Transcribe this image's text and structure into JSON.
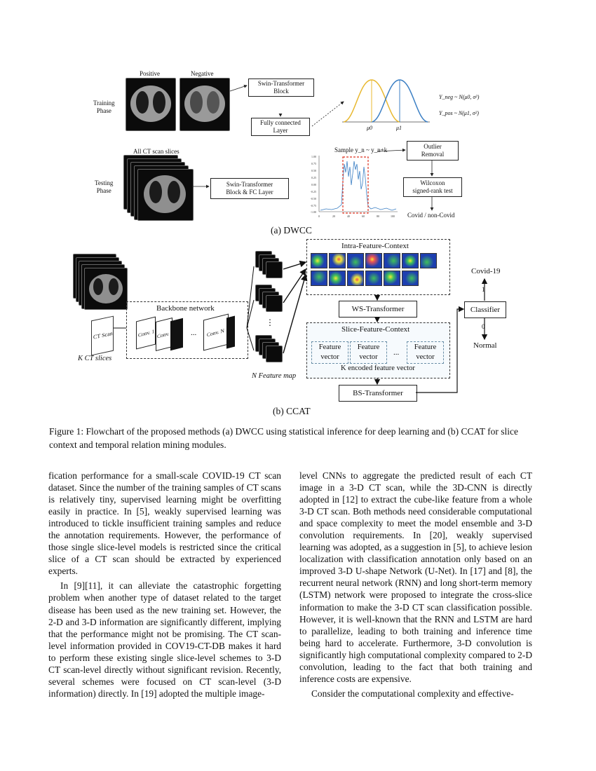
{
  "dwcc": {
    "label_positive": "Positive",
    "label_negative": "Negative",
    "training_phase": "Training\nPhase",
    "testing_phase": "Testing\nPhase",
    "all_ct_slices": "All CT scan slices",
    "swin_block": "Swin-Transformer\nBlock",
    "fc_layer": "Fully connected\nLayer",
    "swin_fc": "Swin-Transformer\nBlock & FC Layer",
    "neg_dist": "Y_neg ~ N(μ0, σ²)",
    "pos_dist": "Y_pos ~ N(μ1, σ²)",
    "mu0": "μ0",
    "mu1": "μ1",
    "sample_label": "Sample y_n ~ y_n+k",
    "outlier": "Outlier\nRemoval",
    "wilcoxon": "Wilcoxon\nsigned-rank test",
    "covid_noncovid": "Covid / non-Covid",
    "caption": "(a) DWCC",
    "plot_yticks": [
      "1.00",
      "0.75",
      "0.50",
      "0.25",
      "0.00",
      "-0.25",
      "-0.50",
      "-0.75",
      "-1.00"
    ],
    "plot_xticks": [
      "0",
      "20",
      "40",
      "60",
      "80",
      "100"
    ]
  },
  "ccat": {
    "intra_feature_context": "Intra-Feature-Context",
    "ws_transformer": "WS-Transformer",
    "slice_feature_context": "Slice-Feature-Context",
    "feature_vector": "Feature\nvector",
    "ellipsis": "...",
    "k_encoded": "K encoded feature vector",
    "bs_transformer": "BS-Transformer",
    "classifier": "Classifier",
    "covid19": "Covid-19",
    "normal": "Normal",
    "one": "1",
    "zero": "0",
    "backbone": "Backbone network",
    "ct_scan": "CT Scan",
    "conv1": "Conv. 1",
    "conv2": "Conv. 2",
    "convN": "Conv. N",
    "k_ct_slices": "K CT slices",
    "n_feature_map": "N Feature map",
    "vdots": "⋮",
    "caption": "(b) CCAT"
  },
  "figure_caption": "Figure 1: Flowchart of the proposed methods (a) DWCC using statistical inference for deep learning and (b) CCAT for slice context and temporal relation mining modules.",
  "left_column": [
    "fication performance for a small-scale COVID-19 CT scan dataset. Since the number of the training samples of CT scans is relatively tiny, supervised learning might be overfitting easily in practice. In [5], weakly supervised learning was introduced to tickle insufficient training samples and reduce the annotation requirements. However, the performance of those single slice-level models is restricted since the critical slice of a CT scan should be extracted by experienced experts.",
    "In [9][11], it can alleviate the catastrophic forgetting problem when another type of dataset related to the target disease has been used as the new training set. However, the 2-D and 3-D information are significantly different, implying that the performance might not be promising. The CT scan-level information provided in COV19-CT-DB makes it hard to perform these existing single slice-level schemes to 3-D CT scan-level directly without significant revision. Recently, several schemes were focused on CT scan-level (3-D information) directly. In [19] adopted the multiple image-"
  ],
  "right_column": [
    "level CNNs to aggregate the predicted result of each CT image in a 3-D CT scan, while the 3D-CNN is directly adopted in [12] to extract the cube-like feature from a whole 3-D CT scan. Both methods need considerable computational and space complexity to meet the model ensemble and 3-D convolution requirements. In [20], weakly supervised learning was adopted, as a suggestion in [5], to achieve lesion localization with classification annotation only based on an improved 3-D U-shape Network (U-Net). In [17] and [8], the recurrent neural network (RNN) and long short-term memory (LSTM) network were proposed to integrate the cross-slice information to make the 3-D CT scan classification possible. However, it is well-known that the RNN and LSTM are hard to parallelize, leading to both training and inference time being hard to accelerate. Furthermore, 3-D convolution is significantly high computational complexity compared to 2-D convolution, leading to the fact that both training and inference costs are expensive.",
    "Consider the computational complexity and effective-"
  ]
}
